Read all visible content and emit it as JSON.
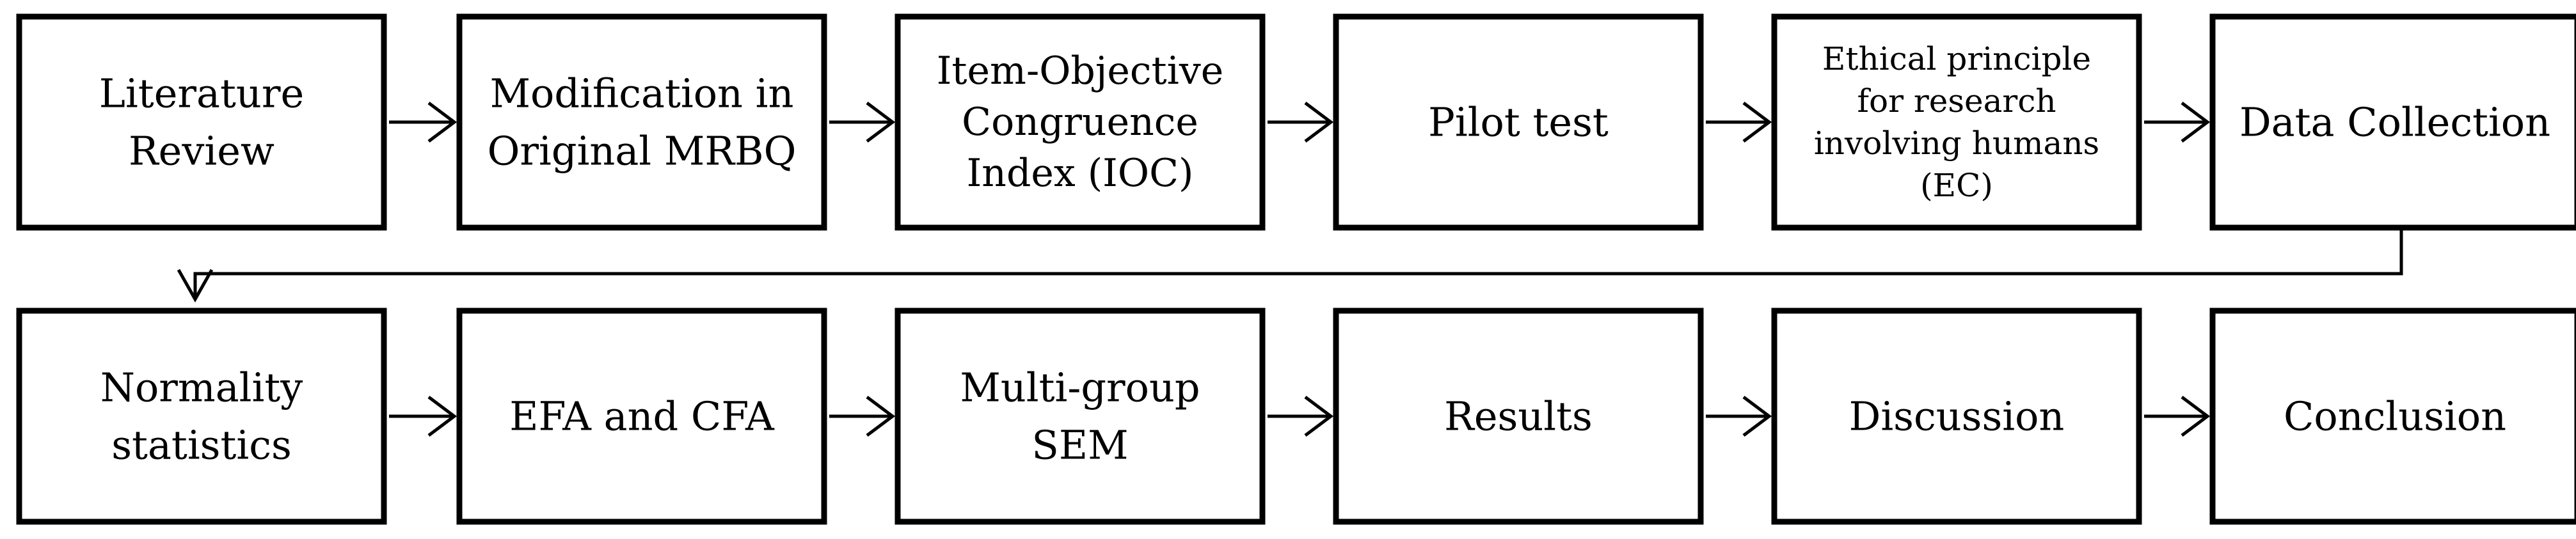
{
  "diagram": {
    "colors": {
      "stroke": "#000000",
      "background": "#ffffff",
      "text": "#000000"
    },
    "rows": [
      {
        "steps": [
          {
            "lines": [
              "Literature",
              "Review"
            ]
          },
          {
            "lines": [
              "Modification in",
              "Original MRBQ"
            ]
          },
          {
            "lines": [
              "Item-Objective",
              "Congruence",
              "Index (IOC)"
            ]
          },
          {
            "lines": [
              "Pilot test"
            ]
          },
          {
            "lines": [
              "Ethical principle",
              "for research",
              "involving humans",
              "(EC)"
            ]
          },
          {
            "lines": [
              "Data Collection"
            ]
          }
        ]
      },
      {
        "steps": [
          {
            "lines": [
              "Normality",
              "statistics"
            ]
          },
          {
            "lines": [
              "EFA and CFA"
            ]
          },
          {
            "lines": [
              "Multi-group",
              "SEM"
            ]
          },
          {
            "lines": [
              "Results"
            ]
          },
          {
            "lines": [
              "Discussion"
            ]
          },
          {
            "lines": [
              "Conclusion"
            ]
          }
        ]
      }
    ]
  }
}
